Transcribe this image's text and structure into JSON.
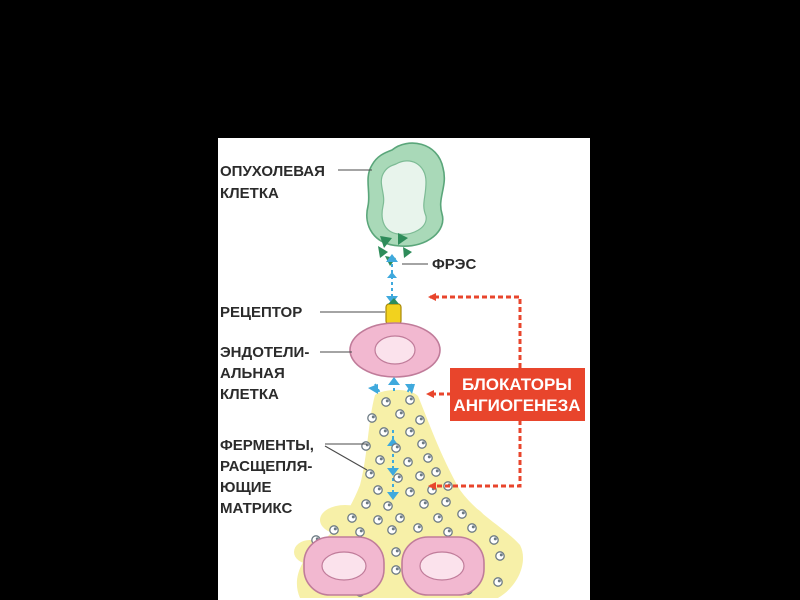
{
  "labels": {
    "tumor_line1": "ОПУХОЛЕВАЯ",
    "tumor_line2": "КЛЕТКА",
    "vegf": "ФРЭС",
    "receptor": "РЕЦЕПТОР",
    "endo_line1": "ЭНДОТЕЛИ-",
    "endo_line2": "АЛЬНАЯ",
    "endo_line3": "КЛЕТКА",
    "enz_line1": "ФЕРМЕНТЫ,",
    "enz_line2": "РАСЩЕПЛЯ-",
    "enz_line3": "ЮЩИЕ",
    "enz_line4": "МАТРИКС"
  },
  "blockers": {
    "line1": "БЛОКАТОРЫ",
    "line2": "АНГИОГЕНЕЗА"
  },
  "colors": {
    "page_background": "#000000",
    "panel_background": "#ffffff",
    "tumor_fill": "#a9d9b8",
    "tumor_nucleus": "#e8f4ec",
    "vegf_triangles": "#2e8c5a",
    "receptor": "#f2d21e",
    "cell_fill": "#f2b8d0",
    "nucleus_fill": "#fbe2ec",
    "signal_arrows": "#3fa9dd",
    "matrix": "#f7f0a8",
    "blocker_box": "#e8452c",
    "label_text": "#2b2b2b"
  }
}
